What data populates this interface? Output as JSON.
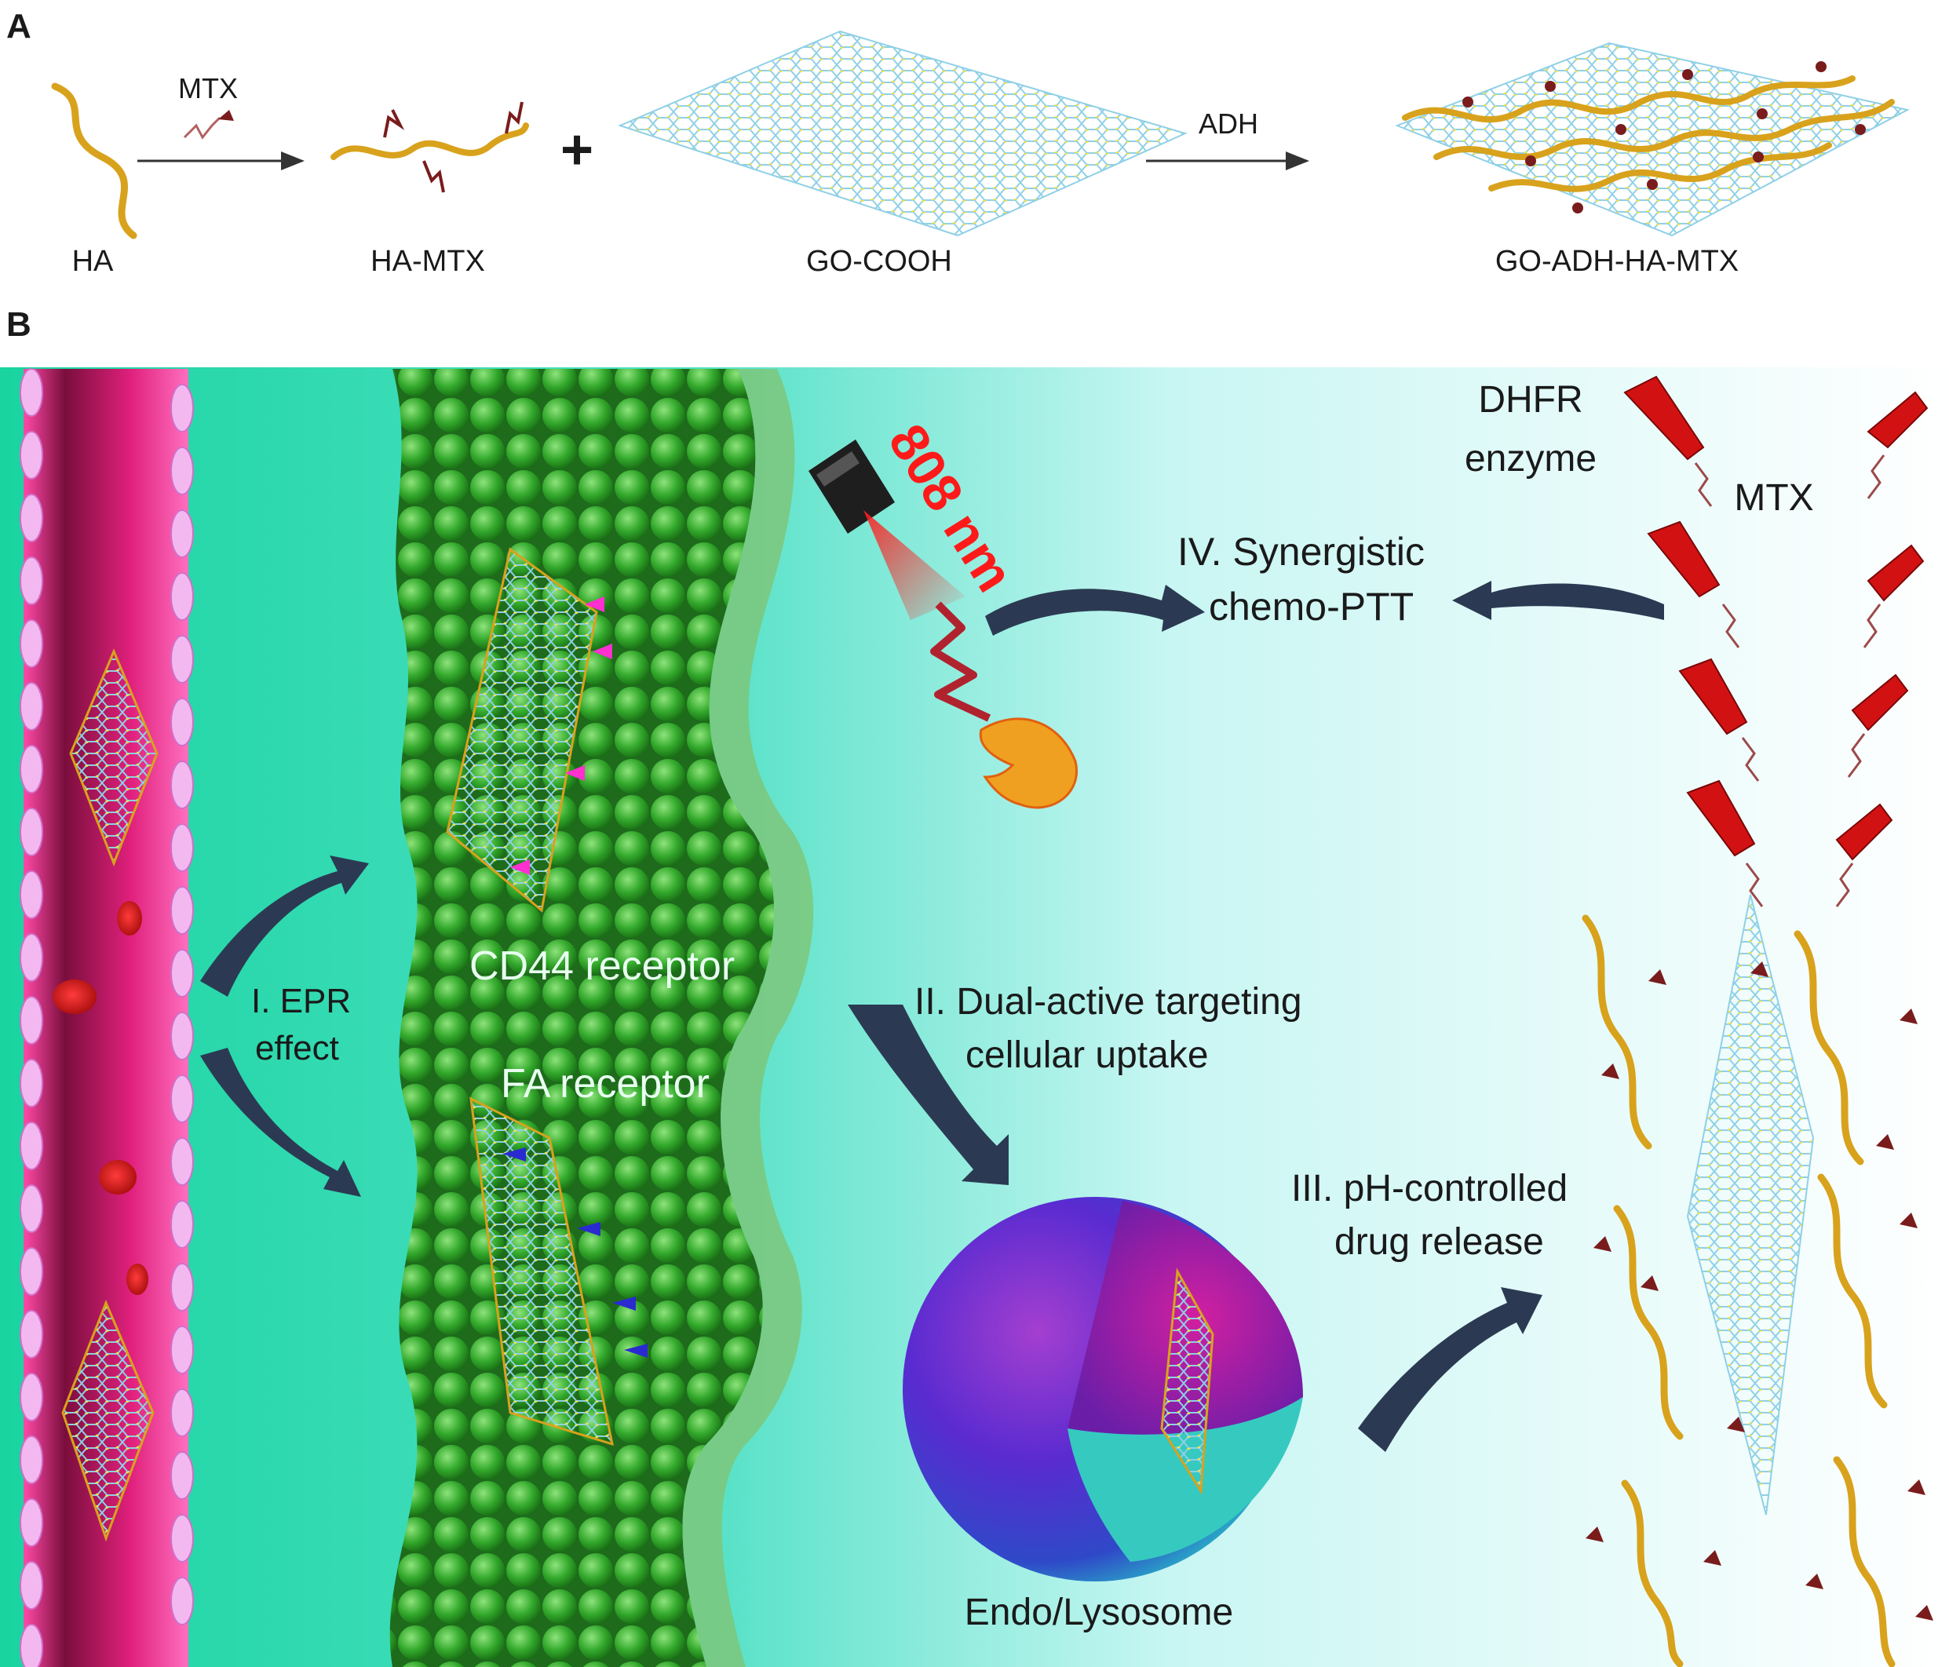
{
  "panel_a": {
    "letter": "A",
    "reagent_mtx": "MTX",
    "reagent_adh": "ADH",
    "plus": "+",
    "label_ha": "HA",
    "label_ha_mtx": "HA-MTX",
    "label_go_cooh": "GO-COOH",
    "label_product": "GO-ADH-HA-MTX"
  },
  "panel_b": {
    "letter": "B",
    "epr_line1": "I. EPR",
    "epr_line2": "effect",
    "cd44_label": "CD44 receptor",
    "fa_label": "FA receptor",
    "laser_label": "808 nm",
    "synergy_line1": "IV. Synergistic",
    "synergy_line2": "chemo-PTT",
    "dhfr_line1": "DHFR",
    "dhfr_line2": "enzyme",
    "mtx_label": "MTX",
    "dual_line1": "II. Dual-active targeting",
    "dual_line2": "cellular uptake",
    "ph_line1": "III. pH-controlled",
    "ph_line2": "drug release",
    "endo_label": "Endo/Lysosome"
  },
  "colors": {
    "vessel": "#d81b72",
    "tissue_teal": "#1fd3a4",
    "cell_green": "#2e9e2a",
    "graphene_blue": "#8fd0e6",
    "graphene_node": "#f2e24a",
    "ha_chain": "#d8a21c",
    "mtx_drug": "#7a1c1c",
    "dhfr_red": "#d21212",
    "arrow_dark": "#2b3a52",
    "laser_red": "#ff1a1a"
  }
}
